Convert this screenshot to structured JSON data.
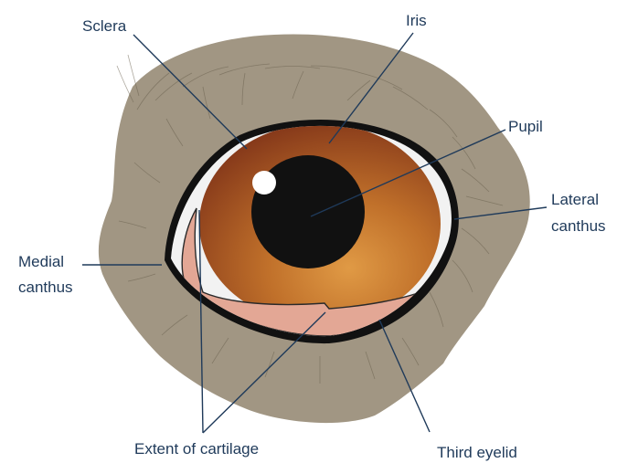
{
  "labels": {
    "sclera": "Sclera",
    "iris": "Iris",
    "pupil": "Pupil",
    "lateral_canthus_1": "Lateral",
    "lateral_canthus_2": "canthus",
    "medial_canthus_1": "Medial",
    "medial_canthus_2": "canthus",
    "cartilage": "Extent of cartilage",
    "third_eyelid": "Third eyelid"
  },
  "colors": {
    "fur": "#a19683",
    "eyelid_margin": "#111111",
    "sclera": "#f2f2f2",
    "iris_center": "#d68a3a",
    "iris_edge": "#8a3d17",
    "pupil": "#111111",
    "highlight": "#ffffff",
    "third_eyelid": "#e3a795",
    "leader": "#1f3a5a"
  }
}
